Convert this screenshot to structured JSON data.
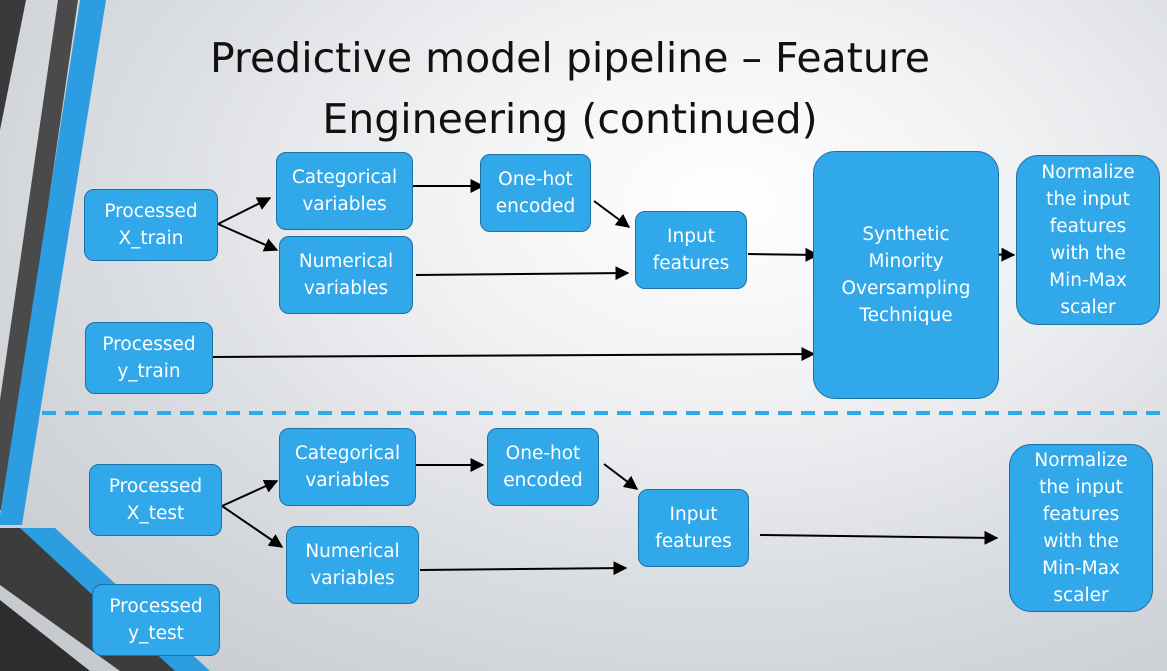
{
  "title": {
    "line1": "Predictive model pipeline – Feature",
    "line2": "Engineering (continued)"
  },
  "colors": {
    "box_fill": "#31a8ea",
    "box_border": "#1d6fa5",
    "arrow": "#000000",
    "divider": "#31a8ea",
    "deco_dark": "#3a3a3a",
    "deco_blue": "#2b9de0"
  },
  "train": {
    "processed_x": [
      "Processed",
      "X_train"
    ],
    "categorical": [
      "Categorical",
      "variables"
    ],
    "numerical": [
      "Numerical",
      "variables"
    ],
    "onehot": [
      "One-hot",
      "encoded"
    ],
    "input_features": [
      "Input",
      "features"
    ],
    "processed_y": [
      "Processed",
      "y_train"
    ],
    "smote": [
      "Synthetic",
      "Minority",
      "Oversampling",
      "Technique"
    ],
    "normalize": [
      "Normalize",
      "the input",
      "features",
      "with the",
      "Min-Max",
      "scaler"
    ]
  },
  "test": {
    "processed_x": [
      "Processed",
      "X_test"
    ],
    "categorical": [
      "Categorical",
      "variables"
    ],
    "numerical": [
      "Numerical",
      "variables"
    ],
    "onehot": [
      "One-hot",
      "encoded"
    ],
    "input_features": [
      "Input",
      "features"
    ],
    "processed_y": [
      "Processed",
      "y_test"
    ],
    "normalize": [
      "Normalize",
      "the input",
      "features",
      "with the",
      "Min-Max",
      "scaler"
    ]
  }
}
